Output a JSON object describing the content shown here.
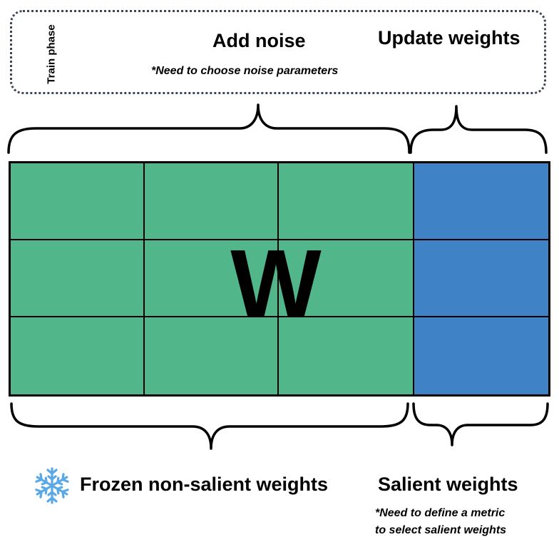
{
  "train_phase": {
    "label": "Train phase",
    "add_noise": "Add noise",
    "add_noise_note": "*Need to choose noise parameters",
    "update_weights": "Update weights"
  },
  "matrix": {
    "label": "W",
    "rows": 3,
    "frozen_columns": 3,
    "salient_columns": 1
  },
  "bottom": {
    "frozen_label": "Frozen non-salient weights",
    "salient_label": "Salient weights",
    "salient_note_line1": "*Need to define a metric",
    "salient_note_line2": "to select salient weights"
  },
  "icons": {
    "snowflake": "snowflake-icon"
  },
  "colors": {
    "frozen": "#52b68b",
    "salient": "#3f82c6",
    "snowflake": "#5aa9e6"
  }
}
